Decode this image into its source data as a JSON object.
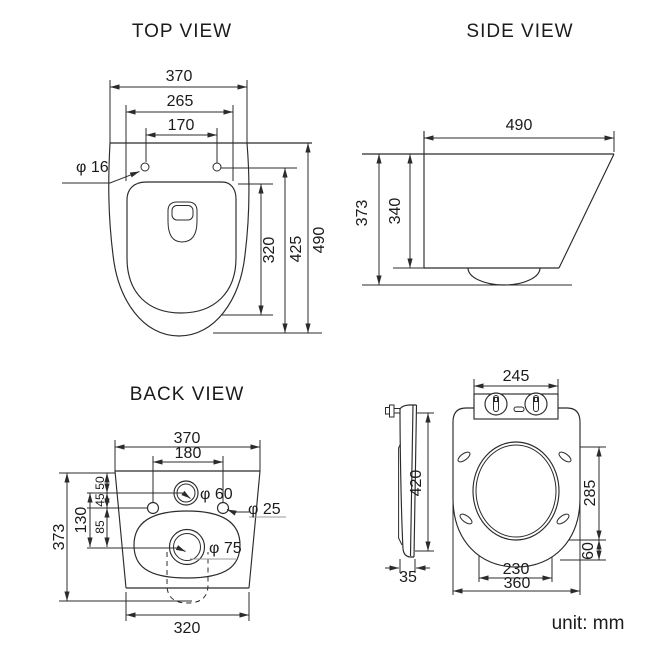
{
  "unit_label": "unit: mm",
  "colors": {
    "line": "#2b2b2b",
    "text": "#1b1b1b",
    "muted_line": "#999999",
    "background": "#ffffff"
  },
  "top_view": {
    "title": "TOP VIEW",
    "dim_overall_width": "370",
    "dim_rim_width": "265",
    "dim_hole_spacing": "170",
    "dim_hole_dia": "φ 16",
    "dim_overall_depth": "490",
    "dim_holes_to_front": "425",
    "dim_opening_depth": "320"
  },
  "side_view": {
    "title": "SIDE VIEW",
    "dim_depth": "490",
    "dim_total_height": "373",
    "dim_body_height": "340"
  },
  "back_view": {
    "title": "BACK VIEW",
    "dim_top_width": "370",
    "dim_bolt_spacing": "180",
    "dim_total_height": "373",
    "dim_inlet_to_outlet": "130",
    "dim_top_to_inlet": "50",
    "dim_inlet_to_bolts": "45",
    "dim_bolts_to_outlet": "85",
    "dim_inlet_dia": "φ 60",
    "dim_bolt_hole_dia": "φ 25",
    "dim_outlet_dia": "φ 75",
    "dim_bottom_width": "320"
  },
  "seat_view": {
    "dim_hinge_width": "245",
    "dim_length": "420",
    "dim_thickness": "35",
    "dim_opening_length": "285",
    "dim_front_edge": "60",
    "dim_inner_width": "230",
    "dim_overall_width": "360"
  }
}
